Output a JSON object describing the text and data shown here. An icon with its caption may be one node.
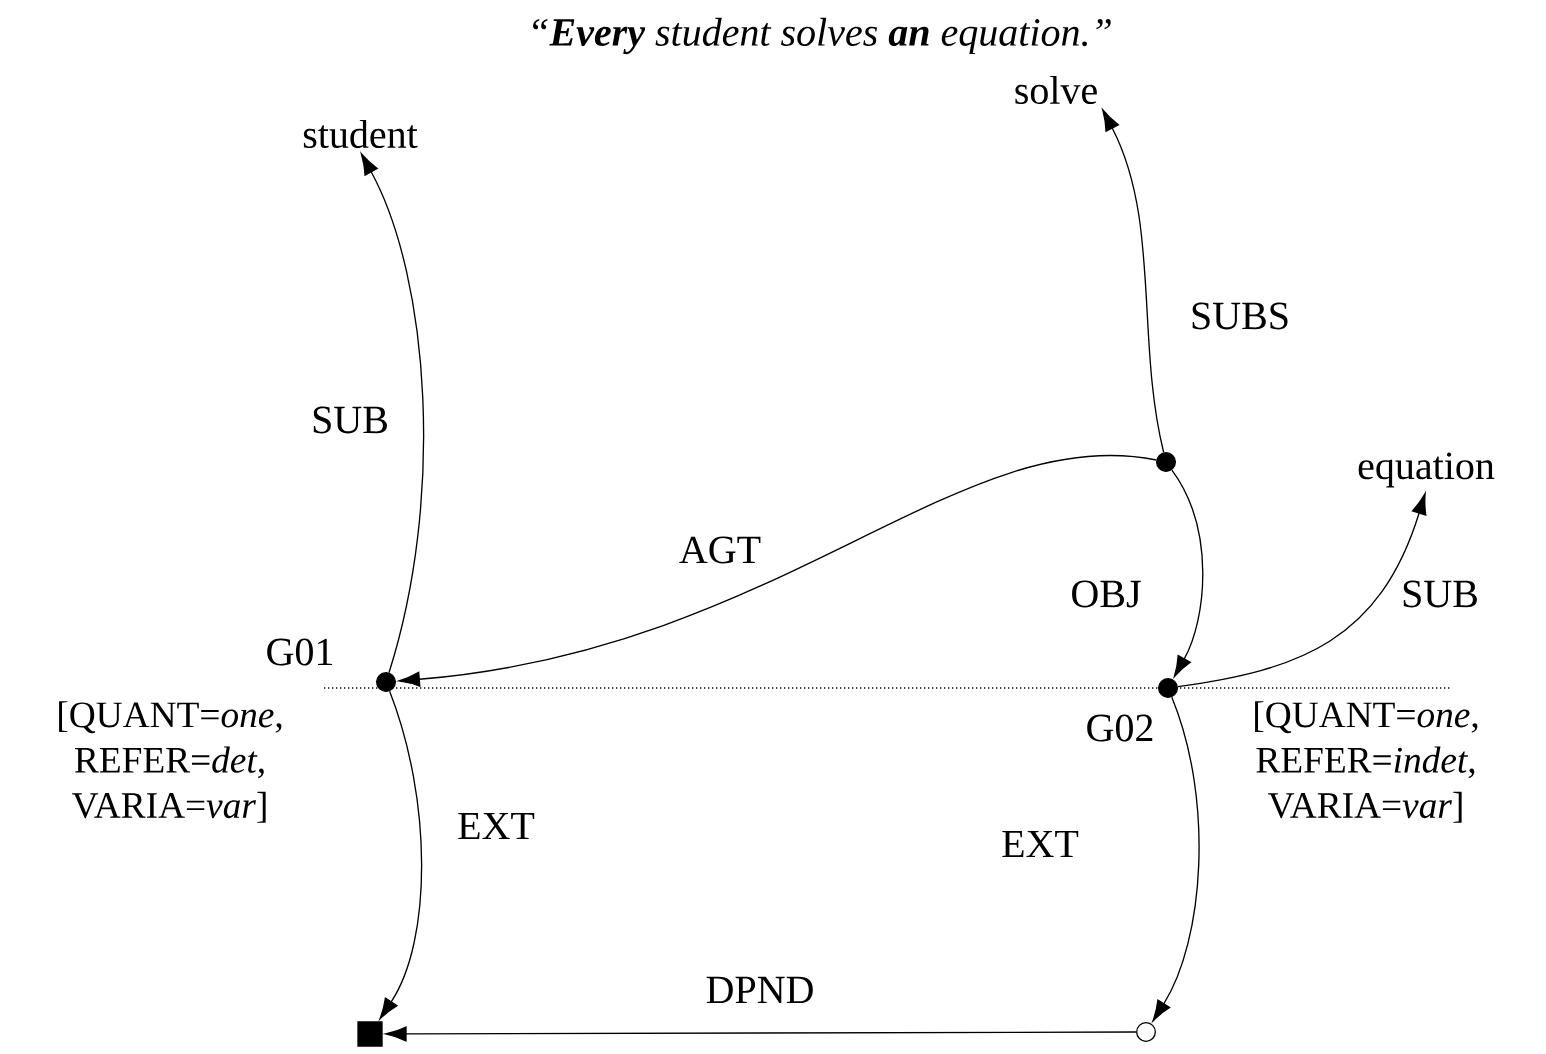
{
  "diagram": {
    "title": "“**Every** student solves **an** equation.”",
    "nodes": [
      {
        "text": [
          "student"
        ]
      },
      {
        "text": [
          "solve"
        ]
      },
      {
        "text": [
          "equation"
        ]
      },
      {
        "text": [],
        "shape": "circle"
      },
      {
        "text": [],
        "shape": "circle",
        "beside": [
          "G01",
          "[QUANT=*one*, REFER=*det*, VARIA=*var*]"
        ]
      },
      {
        "text": [],
        "shape": "circle",
        "beside": [
          "G02",
          "[QUANT=*one*, REFER=*indet*, VARIA=*var*]"
        ]
      },
      {
        "text": [],
        "shape": "box"
      },
      {
        "text": [],
        "shape": "circle"
      }
    ],
    "edges": [
      {
        "from": 4,
        "to": 0,
        "arrow": "to",
        "label": "SUB"
      },
      {
        "from": 3,
        "to": 1,
        "arrow": "to",
        "label": "SUBS"
      },
      {
        "from": 3,
        "to": 4,
        "arrow": "to",
        "label": "AGT"
      },
      {
        "from": 3,
        "to": 5,
        "arrow": "to",
        "label": "OBJ"
      },
      {
        "from": 5,
        "to": 2,
        "arrow": "to",
        "label": "SUB"
      },
      {
        "from": 4,
        "to": 6,
        "arrow": "to",
        "label": "EXT"
      },
      {
        "from": 5,
        "to": 7,
        "arrow": "to",
        "label": "EXT"
      },
      {
        "from": 7,
        "to": 6,
        "arrow": "to",
        "label": "DPND"
      }
    ]
  }
}
